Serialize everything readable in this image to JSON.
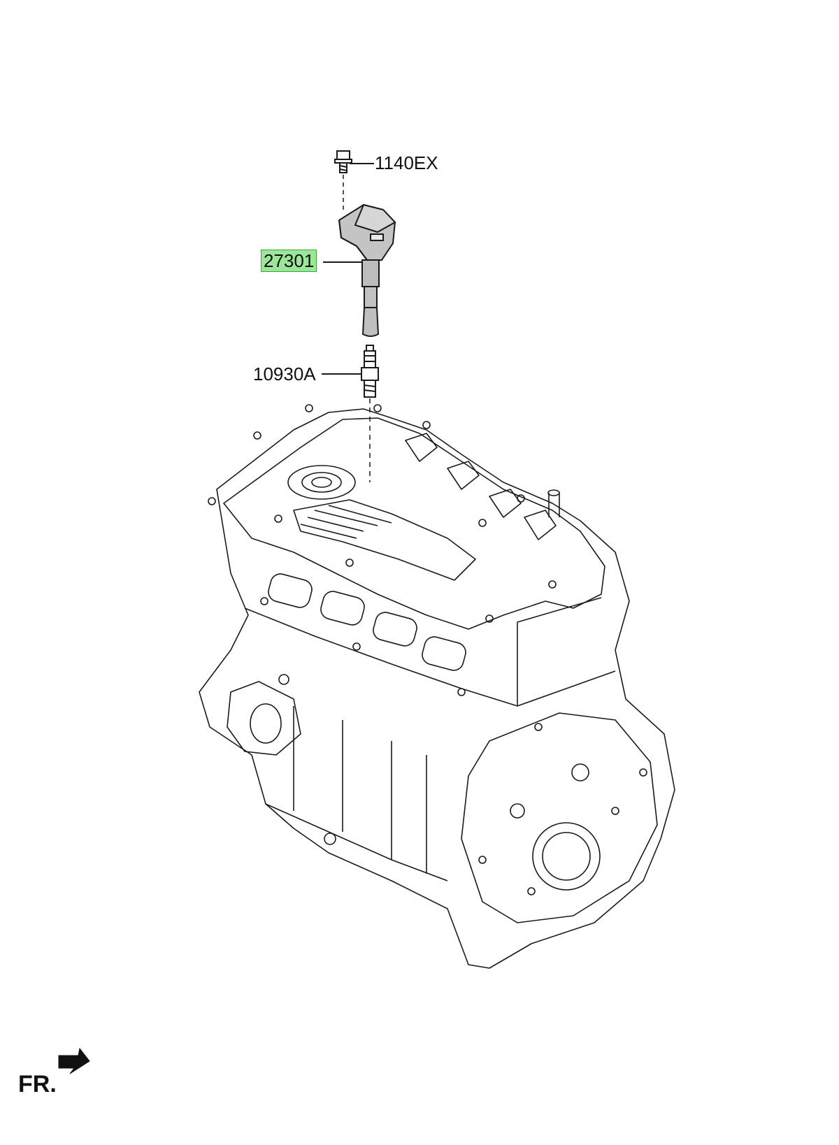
{
  "diagram": {
    "parts": [
      {
        "id": "bolt",
        "label": "1140EX",
        "highlighted": false
      },
      {
        "id": "ignition-coil",
        "label": "27301",
        "highlighted": true
      },
      {
        "id": "spark-plug",
        "label": "10930A",
        "highlighted": false
      }
    ],
    "direction": {
      "label": "FR."
    },
    "colors": {
      "line": "#1a1a1a",
      "coil": "#bfbfbf",
      "highlight": "#9be69b",
      "highlight_border": "#3aa53a"
    }
  }
}
